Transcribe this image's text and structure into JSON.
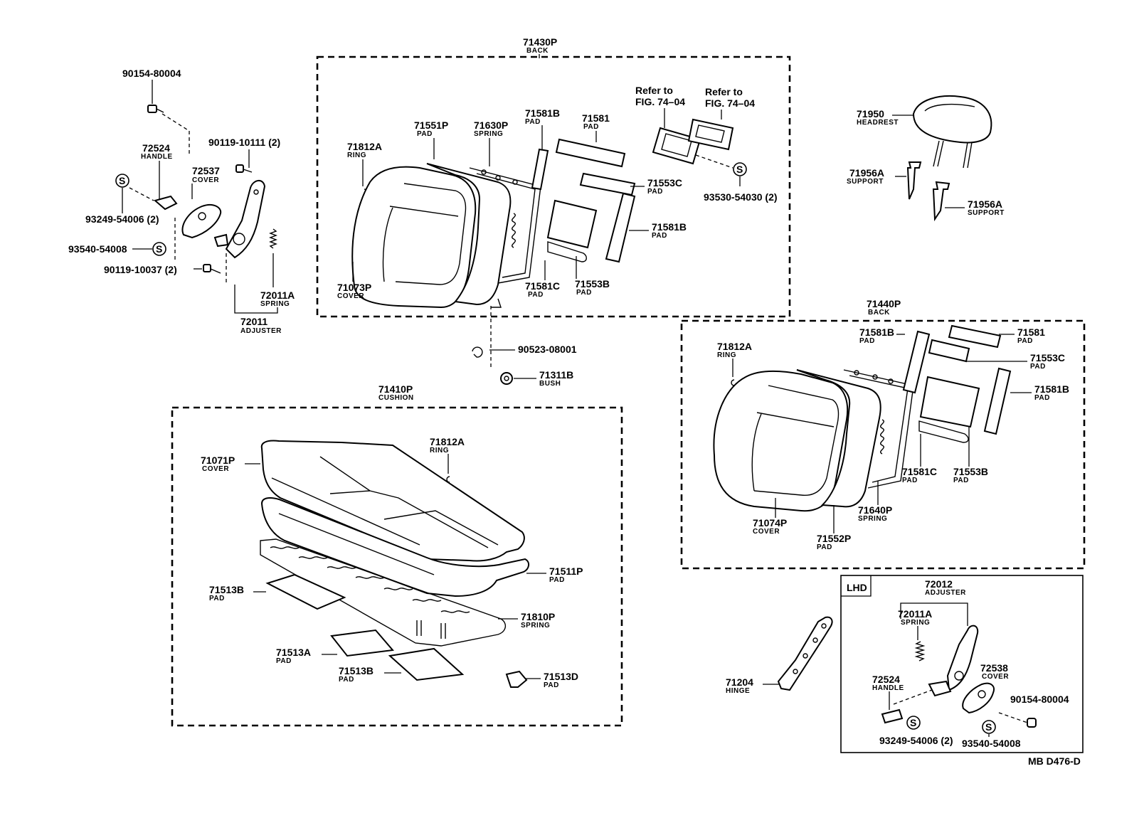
{
  "back_71430p": {
    "part_no": "71430P",
    "name": "BACK"
  },
  "back_71440p": {
    "part_no": "71440P",
    "name": "BACK"
  },
  "cushion_71410p": {
    "part_no": "71410P",
    "name": "CUSHION"
  },
  "lhd_box": {
    "title": "LHD"
  },
  "drawing_code": "MB D476-D",
  "refer_a": {
    "line1": "Refer to",
    "line2": "FIG. 74–04"
  },
  "refer_b": {
    "line1": "Refer to",
    "line2": "FIG. 74–04"
  },
  "callouts": [
    {
      "part_no": "90154-80004",
      "name": ""
    },
    {
      "part_no": "72524",
      "name": "HANDLE"
    },
    {
      "part_no": "72537",
      "name": "COVER"
    },
    {
      "part_no": "90119-10111 (2)",
      "name": ""
    },
    {
      "part_no": "93249-54006 (2)",
      "name": ""
    },
    {
      "part_no": "93540-54008",
      "name": ""
    },
    {
      "part_no": "90119-10037 (2)",
      "name": ""
    },
    {
      "part_no": "72011A",
      "name": "SPRING"
    },
    {
      "part_no": "72011",
      "name": "ADJUSTER"
    },
    {
      "part_no": "71812A",
      "name": "RING"
    },
    {
      "part_no": "71551P",
      "name": "PAD"
    },
    {
      "part_no": "71630P",
      "name": "SPRING"
    },
    {
      "part_no": "71581B",
      "name": "PAD"
    },
    {
      "part_no": "71581",
      "name": "PAD"
    },
    {
      "part_no": "71553C",
      "name": "PAD"
    },
    {
      "part_no": "71581B",
      "name": "PAD"
    },
    {
      "part_no": "71581C",
      "name": "PAD"
    },
    {
      "part_no": "71553B",
      "name": "PAD"
    },
    {
      "part_no": "71073P",
      "name": "COVER"
    },
    {
      "part_no": "93530-54030 (2)",
      "name": ""
    },
    {
      "part_no": "71950",
      "name": "HEADREST"
    },
    {
      "part_no": "71956A",
      "name": "SUPPORT"
    },
    {
      "part_no": "71956A",
      "name": "SUPPORT"
    },
    {
      "part_no": "90523-08001",
      "name": ""
    },
    {
      "part_no": "71311B",
      "name": "BUSH"
    },
    {
      "part_no": "71812A",
      "name": "RING"
    },
    {
      "part_no": "71581B",
      "name": "PAD"
    },
    {
      "part_no": "71581",
      "name": "PAD"
    },
    {
      "part_no": "71553C",
      "name": "PAD"
    },
    {
      "part_no": "71581B",
      "name": "PAD"
    },
    {
      "part_no": "71581C",
      "name": "PAD"
    },
    {
      "part_no": "71553B",
      "name": "PAD"
    },
    {
      "part_no": "71640P",
      "name": "SPRING"
    },
    {
      "part_no": "71074P",
      "name": "COVER"
    },
    {
      "part_no": "71552P",
      "name": "PAD"
    },
    {
      "part_no": "71071P",
      "name": "COVER"
    },
    {
      "part_no": "71812A",
      "name": "RING"
    },
    {
      "part_no": "71511P",
      "name": "PAD"
    },
    {
      "part_no": "71513B",
      "name": "PAD"
    },
    {
      "part_no": "71810P",
      "name": "SPRING"
    },
    {
      "part_no": "71513A",
      "name": "PAD"
    },
    {
      "part_no": "71513B",
      "name": "PAD"
    },
    {
      "part_no": "71513D",
      "name": "PAD"
    },
    {
      "part_no": "71204",
      "name": "HINGE"
    },
    {
      "part_no": "72012",
      "name": "ADJUSTER"
    },
    {
      "part_no": "72011A",
      "name": "SPRING"
    },
    {
      "part_no": "72538",
      "name": "COVER"
    },
    {
      "part_no": "72524",
      "name": "HANDLE"
    },
    {
      "part_no": "90154-80004",
      "name": ""
    },
    {
      "part_no": "93249-54006 (2)",
      "name": ""
    },
    {
      "part_no": "93540-54008",
      "name": ""
    }
  ],
  "s_marker": "S"
}
